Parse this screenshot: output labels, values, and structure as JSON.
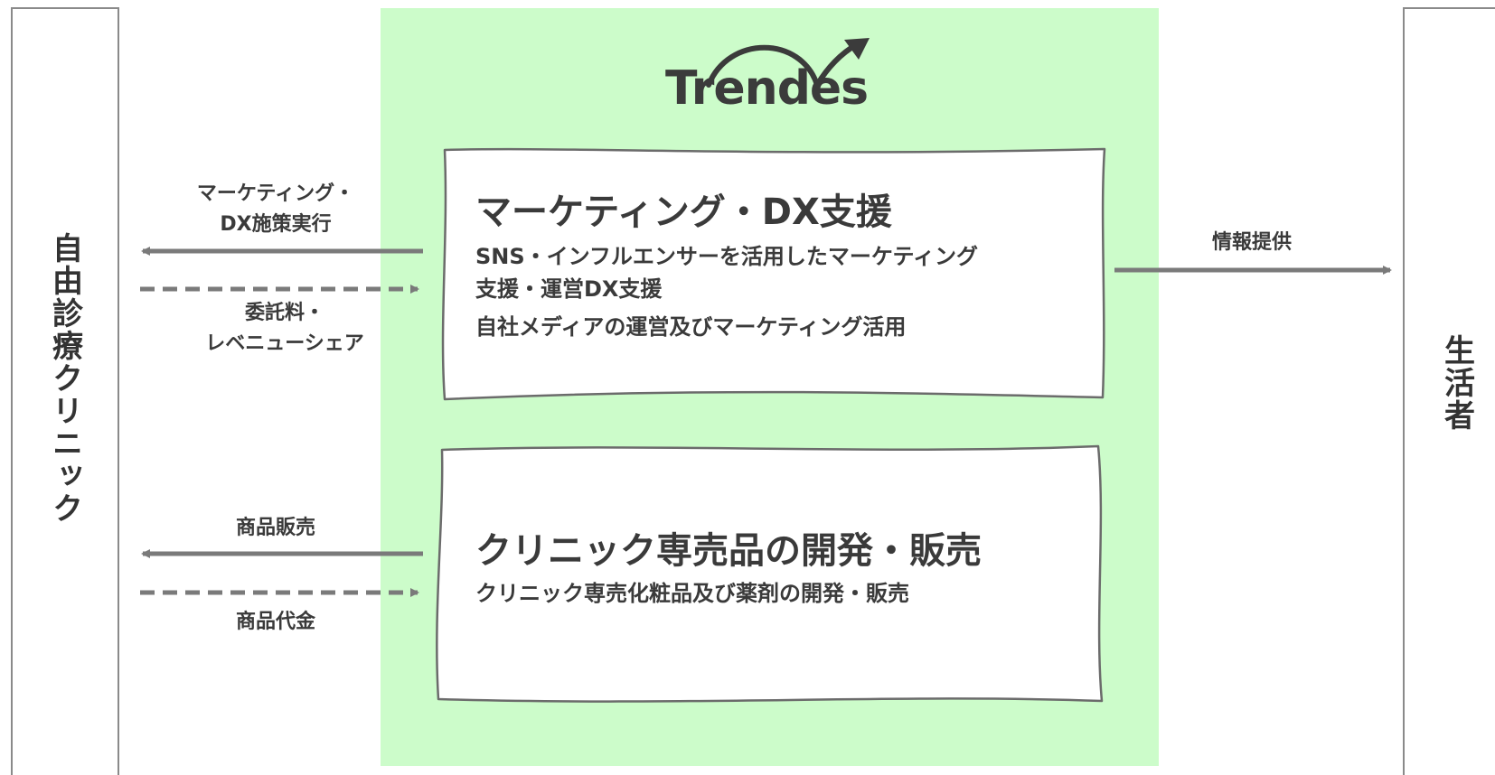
{
  "left_entity": {
    "label": "自由診療クリニック"
  },
  "right_entity": {
    "label": "生活者"
  },
  "logo": {
    "text": "Trendes"
  },
  "card_marketing": {
    "title": "マーケティング・DX支援",
    "lines": [
      "SNS・インフルエンサーを活用したマーケティング",
      "支援・運営DX支援",
      "自社メディアの運営及びマーケティング活用"
    ]
  },
  "card_products": {
    "title": "クリニック専売品の開発・販売",
    "lines": [
      "クリニック専売化粧品及び薬剤の開発・販売"
    ]
  },
  "flows": {
    "marketing_execution": {
      "label_line1": "マーケティング・",
      "label_line2": "DX施策実行"
    },
    "commission": {
      "label_line1": "委託料・",
      "label_line2": "レベニューシェア"
    },
    "product_sales": {
      "label": "商品販売"
    },
    "product_payment": {
      "label": "商品代金"
    },
    "information": {
      "label": "情報提供"
    }
  },
  "colors": {
    "panel": "#ccfcca",
    "card_border": "#6b6b6b",
    "arrow": "#7a7a7a",
    "text": "#3a3a3a"
  }
}
